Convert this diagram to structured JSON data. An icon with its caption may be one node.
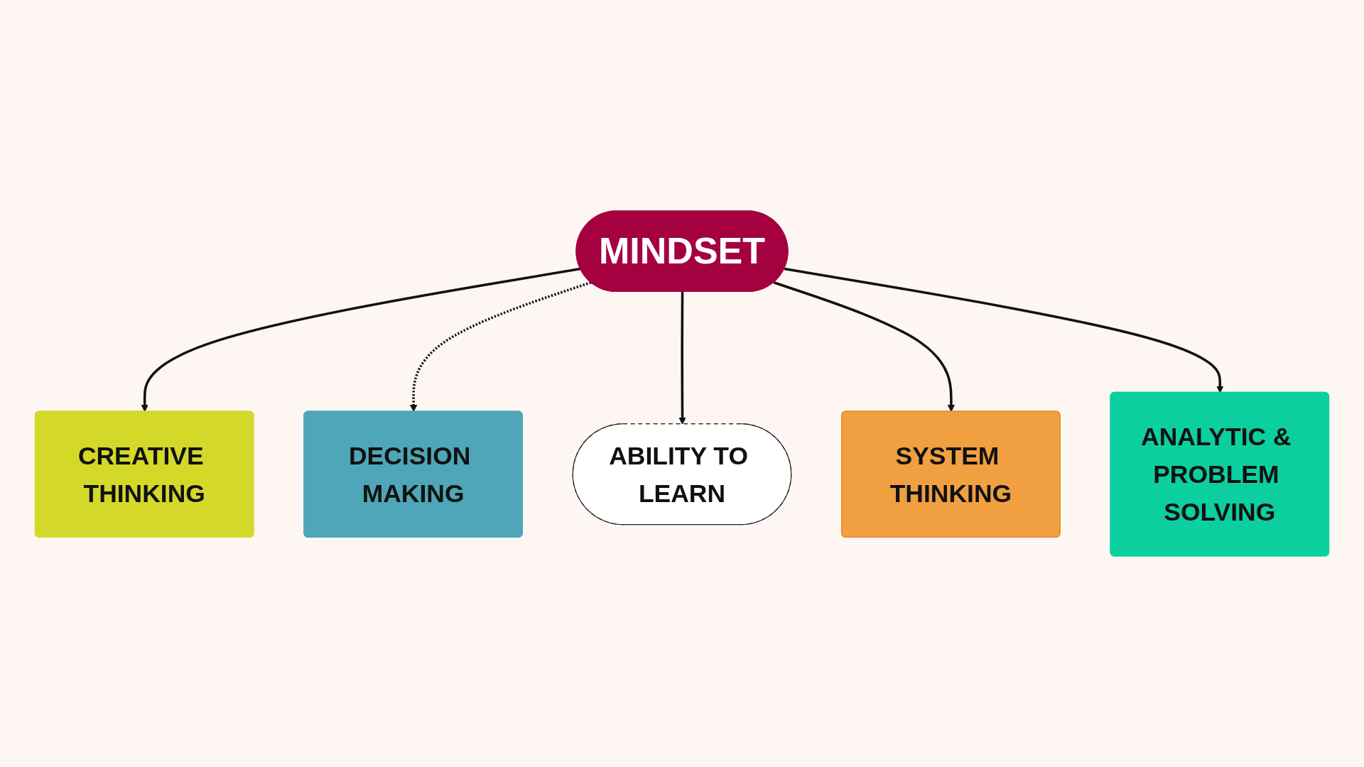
{
  "diagram": {
    "nodes": [
      {
        "text": [
          "MINDSET"
        ]
      },
      {
        "text": [
          "CREATIVE THINKING"
        ]
      },
      {
        "text": [
          "DECISION MAKING"
        ]
      },
      {
        "text": [
          "ABILITY TO LEARN"
        ]
      },
      {
        "text": [
          "SYSTEM THINKING"
        ]
      },
      {
        "text": [
          "ANALYTIC & PROBLEM SOLVING"
        ]
      }
    ],
    "edges": [
      {
        "from": 0,
        "to": 1,
        "arrow": "to"
      },
      {
        "from": 0,
        "to": 2,
        "arrow": "to",
        "style": "dashed"
      },
      {
        "from": 0,
        "to": 3,
        "arrow": "to"
      },
      {
        "from": 0,
        "to": 4,
        "arrow": "to"
      },
      {
        "from": 0,
        "to": 5,
        "arrow": "to"
      }
    ]
  }
}
